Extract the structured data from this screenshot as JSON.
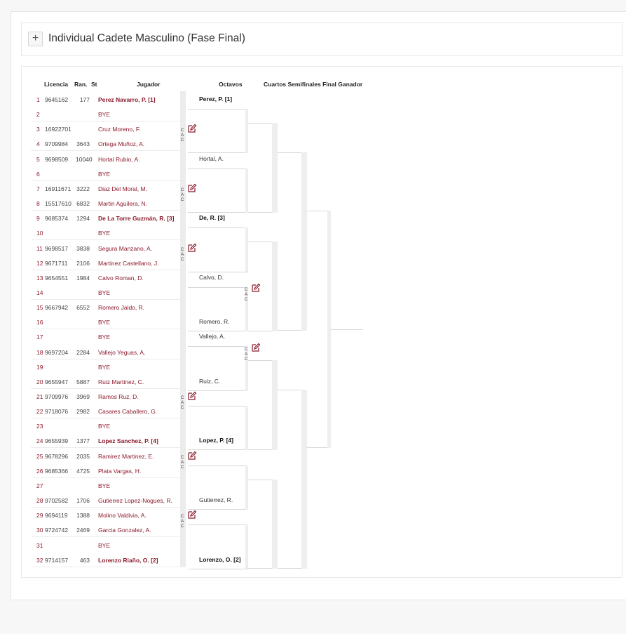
{
  "title": "Individual Cadete Masculino (Fase Final)",
  "expand_symbol": "+",
  "headers": {
    "licencia": "Licencia",
    "ranking": "Ran.",
    "status": "St",
    "jugador": "Jugador",
    "octavos": "Octavos",
    "rounds": "Cuartos Semifinales Final Ganador"
  },
  "cac_label": [
    "C",
    "A",
    "C"
  ],
  "players": [
    {
      "n": "1",
      "lic": "9645162",
      "rank": "177",
      "name": "Perez Navarro, P. [1]",
      "seed": true
    },
    {
      "n": "2",
      "lic": "",
      "rank": "",
      "name": "BYE"
    },
    {
      "n": "3",
      "lic": "16922701",
      "rank": "",
      "name": "Cruz Moreno, F."
    },
    {
      "n": "4",
      "lic": "9709984",
      "rank": "3643",
      "name": "Ortega Muñoz, A."
    },
    {
      "n": "5",
      "lic": "9698509",
      "rank": "10040",
      "name": "Hortal Rubio, A."
    },
    {
      "n": "6",
      "lic": "",
      "rank": "",
      "name": "BYE"
    },
    {
      "n": "7",
      "lic": "16911671",
      "rank": "3222",
      "name": "Diaz Del Moral, M."
    },
    {
      "n": "8",
      "lic": "15517610",
      "rank": "6832",
      "name": "Martin Aguilera, N."
    },
    {
      "n": "9",
      "lic": "9685374",
      "rank": "1294",
      "name": "De La Torre Guzmán, R. [3]",
      "seed": true
    },
    {
      "n": "10",
      "lic": "",
      "rank": "",
      "name": "BYE"
    },
    {
      "n": "11",
      "lic": "9698517",
      "rank": "3838",
      "name": "Segura Manzano, A."
    },
    {
      "n": "12",
      "lic": "9671711",
      "rank": "2106",
      "name": "Martinez Castellano, J."
    },
    {
      "n": "13",
      "lic": "9654551",
      "rank": "1984",
      "name": "Calvo Roman, D."
    },
    {
      "n": "14",
      "lic": "",
      "rank": "",
      "name": "BYE"
    },
    {
      "n": "15",
      "lic": "9667942",
      "rank": "6552",
      "name": "Romero Jaldo, R."
    },
    {
      "n": "16",
      "lic": "",
      "rank": "",
      "name": "BYE"
    },
    {
      "n": "17",
      "lic": "",
      "rank": "",
      "name": "BYE"
    },
    {
      "n": "18",
      "lic": "9697204",
      "rank": "2284",
      "name": "Vallejo Yeguas, A."
    },
    {
      "n": "19",
      "lic": "",
      "rank": "",
      "name": "BYE"
    },
    {
      "n": "20",
      "lic": "9655947",
      "rank": "5887",
      "name": "Ruiz Martinez, C."
    },
    {
      "n": "21",
      "lic": "9709976",
      "rank": "3969",
      "name": "Ramos Ruz, D."
    },
    {
      "n": "22",
      "lic": "9718076",
      "rank": "2982",
      "name": "Casares Caballero, G."
    },
    {
      "n": "23",
      "lic": "",
      "rank": "",
      "name": "BYE"
    },
    {
      "n": "24",
      "lic": "9655939",
      "rank": "1377",
      "name": "Lopez Sanchez, P. [4]",
      "seed": true
    },
    {
      "n": "25",
      "lic": "9678296",
      "rank": "2035",
      "name": "Ramirez Martinez, E."
    },
    {
      "n": "26",
      "lic": "9685366",
      "rank": "4725",
      "name": "Plata Vargas, H."
    },
    {
      "n": "27",
      "lic": "",
      "rank": "",
      "name": "BYE"
    },
    {
      "n": "28",
      "lic": "9702582",
      "rank": "1706",
      "name": "Gutierrez Lopez-Nogues, R."
    },
    {
      "n": "29",
      "lic": "9694119",
      "rank": "1388",
      "name": "Molino Valdivia, A."
    },
    {
      "n": "30",
      "lic": "9724742",
      "rank": "2469",
      "name": "Garcia Gonzalez, A."
    },
    {
      "n": "31",
      "lic": "",
      "rank": "",
      "name": "BYE"
    },
    {
      "n": "32",
      "lic": "9714157",
      "rank": "463",
      "name": "Lorenzo Riaño, O. [2]",
      "seed": true
    }
  ],
  "octavos": [
    {
      "name": "Perez, P. [1]",
      "seed": true
    },
    {
      "name": ""
    },
    {
      "name": "Hortal, A."
    },
    {
      "name": ""
    },
    {
      "name": "De, R. [3]",
      "seed": true
    },
    {
      "name": ""
    },
    {
      "name": "Calvo, D."
    },
    {
      "name": "Romero, R."
    },
    {
      "name": "Vallejo, A."
    },
    {
      "name": "Ruiz, C."
    },
    {
      "name": ""
    },
    {
      "name": "Lopez, P. [4]",
      "seed": true
    },
    {
      "name": ""
    },
    {
      "name": "Gutierrez, R."
    },
    {
      "name": ""
    },
    {
      "name": "Lorenzo, O. [2]",
      "seed": true
    }
  ],
  "colors": {
    "accent": "#8b1a2b",
    "line": "#d8d8d8"
  }
}
